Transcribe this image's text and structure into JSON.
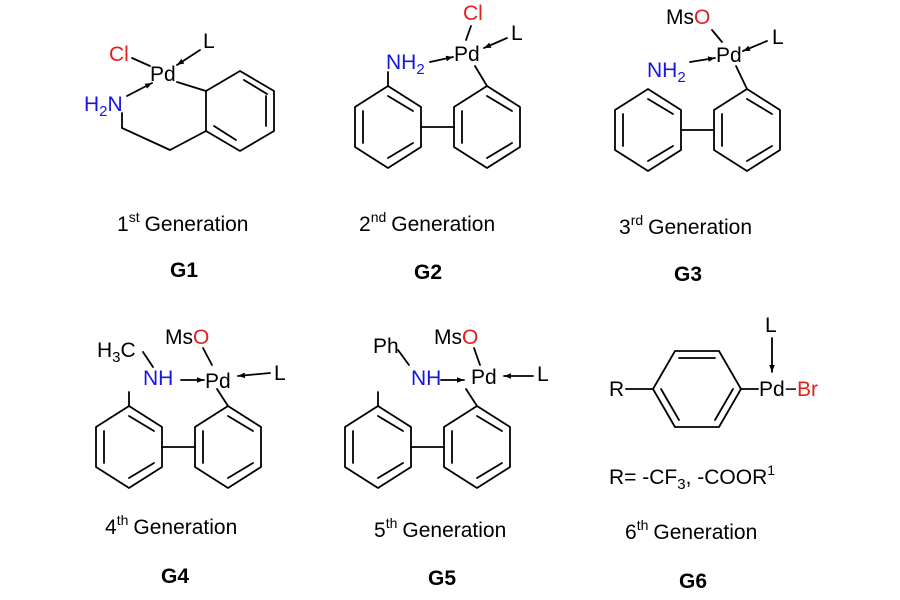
{
  "colors": {
    "black": "#000000",
    "nitrogen": "#1515e6",
    "heteroatom": "#e61e1e"
  },
  "generations": [
    {
      "id": "G1",
      "caption": {
        "number": "1",
        "suffix": "st",
        "text": "Generation"
      },
      "atoms": {
        "cl": "Cl",
        "pd": "Pd",
        "l": "L",
        "h2n": "H",
        "h2n_sub": "2",
        "h2n_n": "N"
      }
    },
    {
      "id": "G2",
      "caption": {
        "number": "2",
        "suffix": "nd",
        "text": "Generation"
      },
      "atoms": {
        "cl": "Cl",
        "pd": "Pd",
        "l": "L",
        "nh2_n": "NH",
        "nh2_sub": "2"
      }
    },
    {
      "id": "G3",
      "caption": {
        "number": "3",
        "suffix": "rd",
        "text": "Generation"
      },
      "atoms": {
        "ms": "Ms",
        "o": "O",
        "pd": "Pd",
        "l": "L",
        "nh2_n": "NH",
        "nh2_sub": "2"
      }
    },
    {
      "id": "G4",
      "caption": {
        "number": "4",
        "suffix": "th",
        "text": "Generation"
      },
      "atoms": {
        "h3c": "H",
        "h3c_sub": "3",
        "h3c_c": "C",
        "nh": "NH",
        "ms": "Ms",
        "o": "O",
        "pd": "Pd",
        "l": "L"
      }
    },
    {
      "id": "G5",
      "caption": {
        "number": "5",
        "suffix": "th",
        "text": "Generation"
      },
      "atoms": {
        "ph": "Ph",
        "nh": "NH",
        "ms": "Ms",
        "o": "O",
        "pd": "Pd",
        "l": "L"
      }
    },
    {
      "id": "G6",
      "caption": {
        "number": "6",
        "suffix": "th",
        "text": "Generation"
      },
      "atoms": {
        "r": "R",
        "pd": "Pd",
        "dash": "−",
        "br": "Br",
        "l": "L"
      },
      "substituents": {
        "prefix": "R= -CF",
        "sub3": "3",
        "middle": ", -COOR",
        "sup1": "1"
      }
    }
  ]
}
